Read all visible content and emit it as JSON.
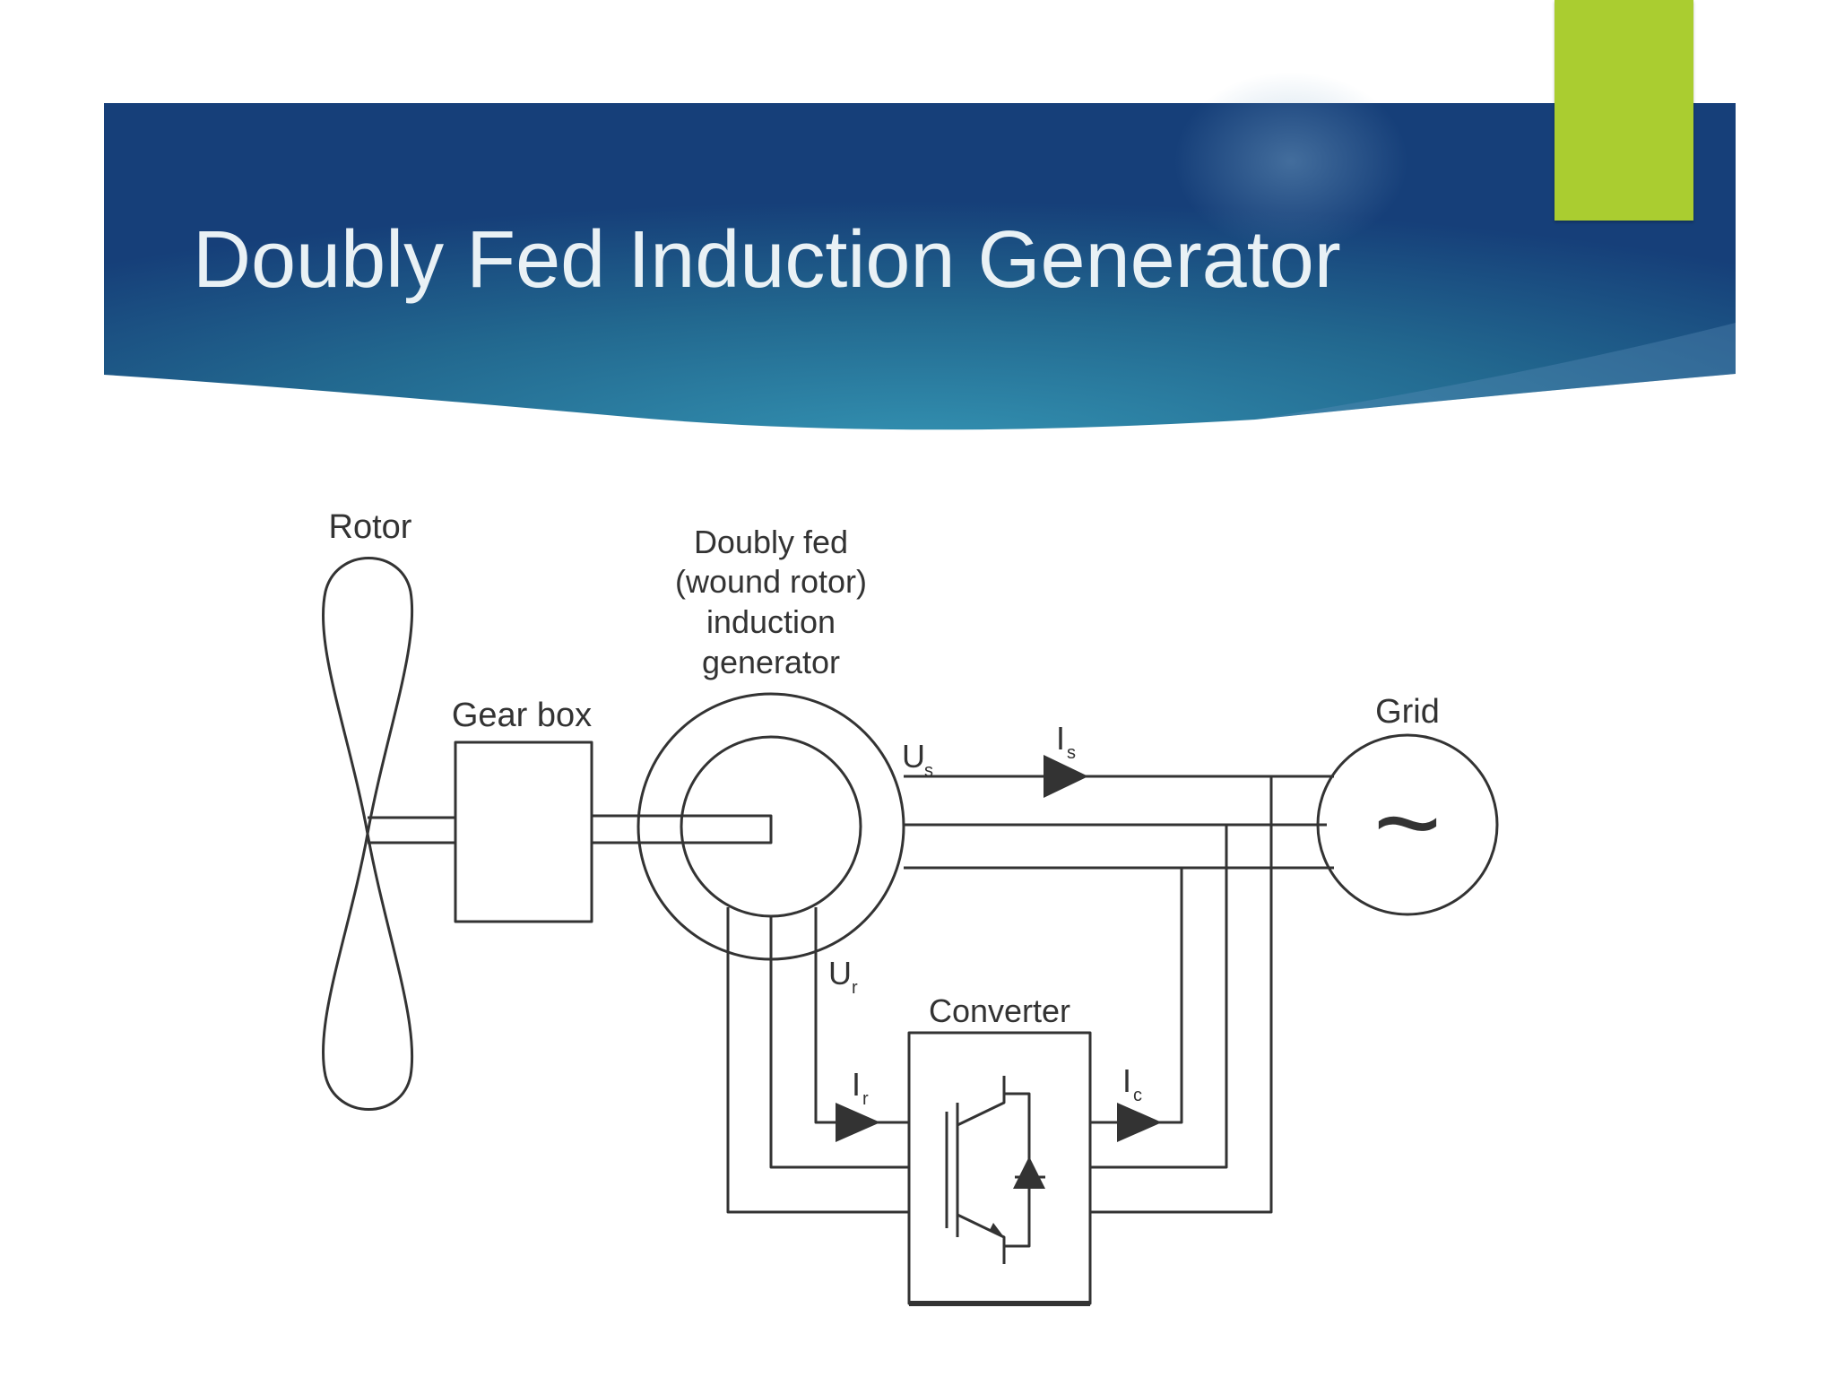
{
  "slide": {
    "title": "Doubly Fed Induction Generator"
  },
  "diagram": {
    "labels": {
      "rotor": "Rotor",
      "gearbox": "Gear box",
      "generator_line1": "Doubly fed",
      "generator_line2": "(wound rotor)",
      "generator_line3": "induction",
      "generator_line4": "generator",
      "grid": "Grid",
      "grid_symbol": "~",
      "converter": "Converter",
      "us_main": "U",
      "us_sub": "s",
      "is_main": "I",
      "is_sub": "s",
      "ur_main": "U",
      "ur_sub": "r",
      "ir_main": "I",
      "ir_sub": "r",
      "ic_main": "I",
      "ic_sub": "c"
    },
    "colors": {
      "band_dark": "#173f78",
      "band_light": "#2e8aab",
      "accent": "#aacd30",
      "line": "#333333"
    }
  }
}
